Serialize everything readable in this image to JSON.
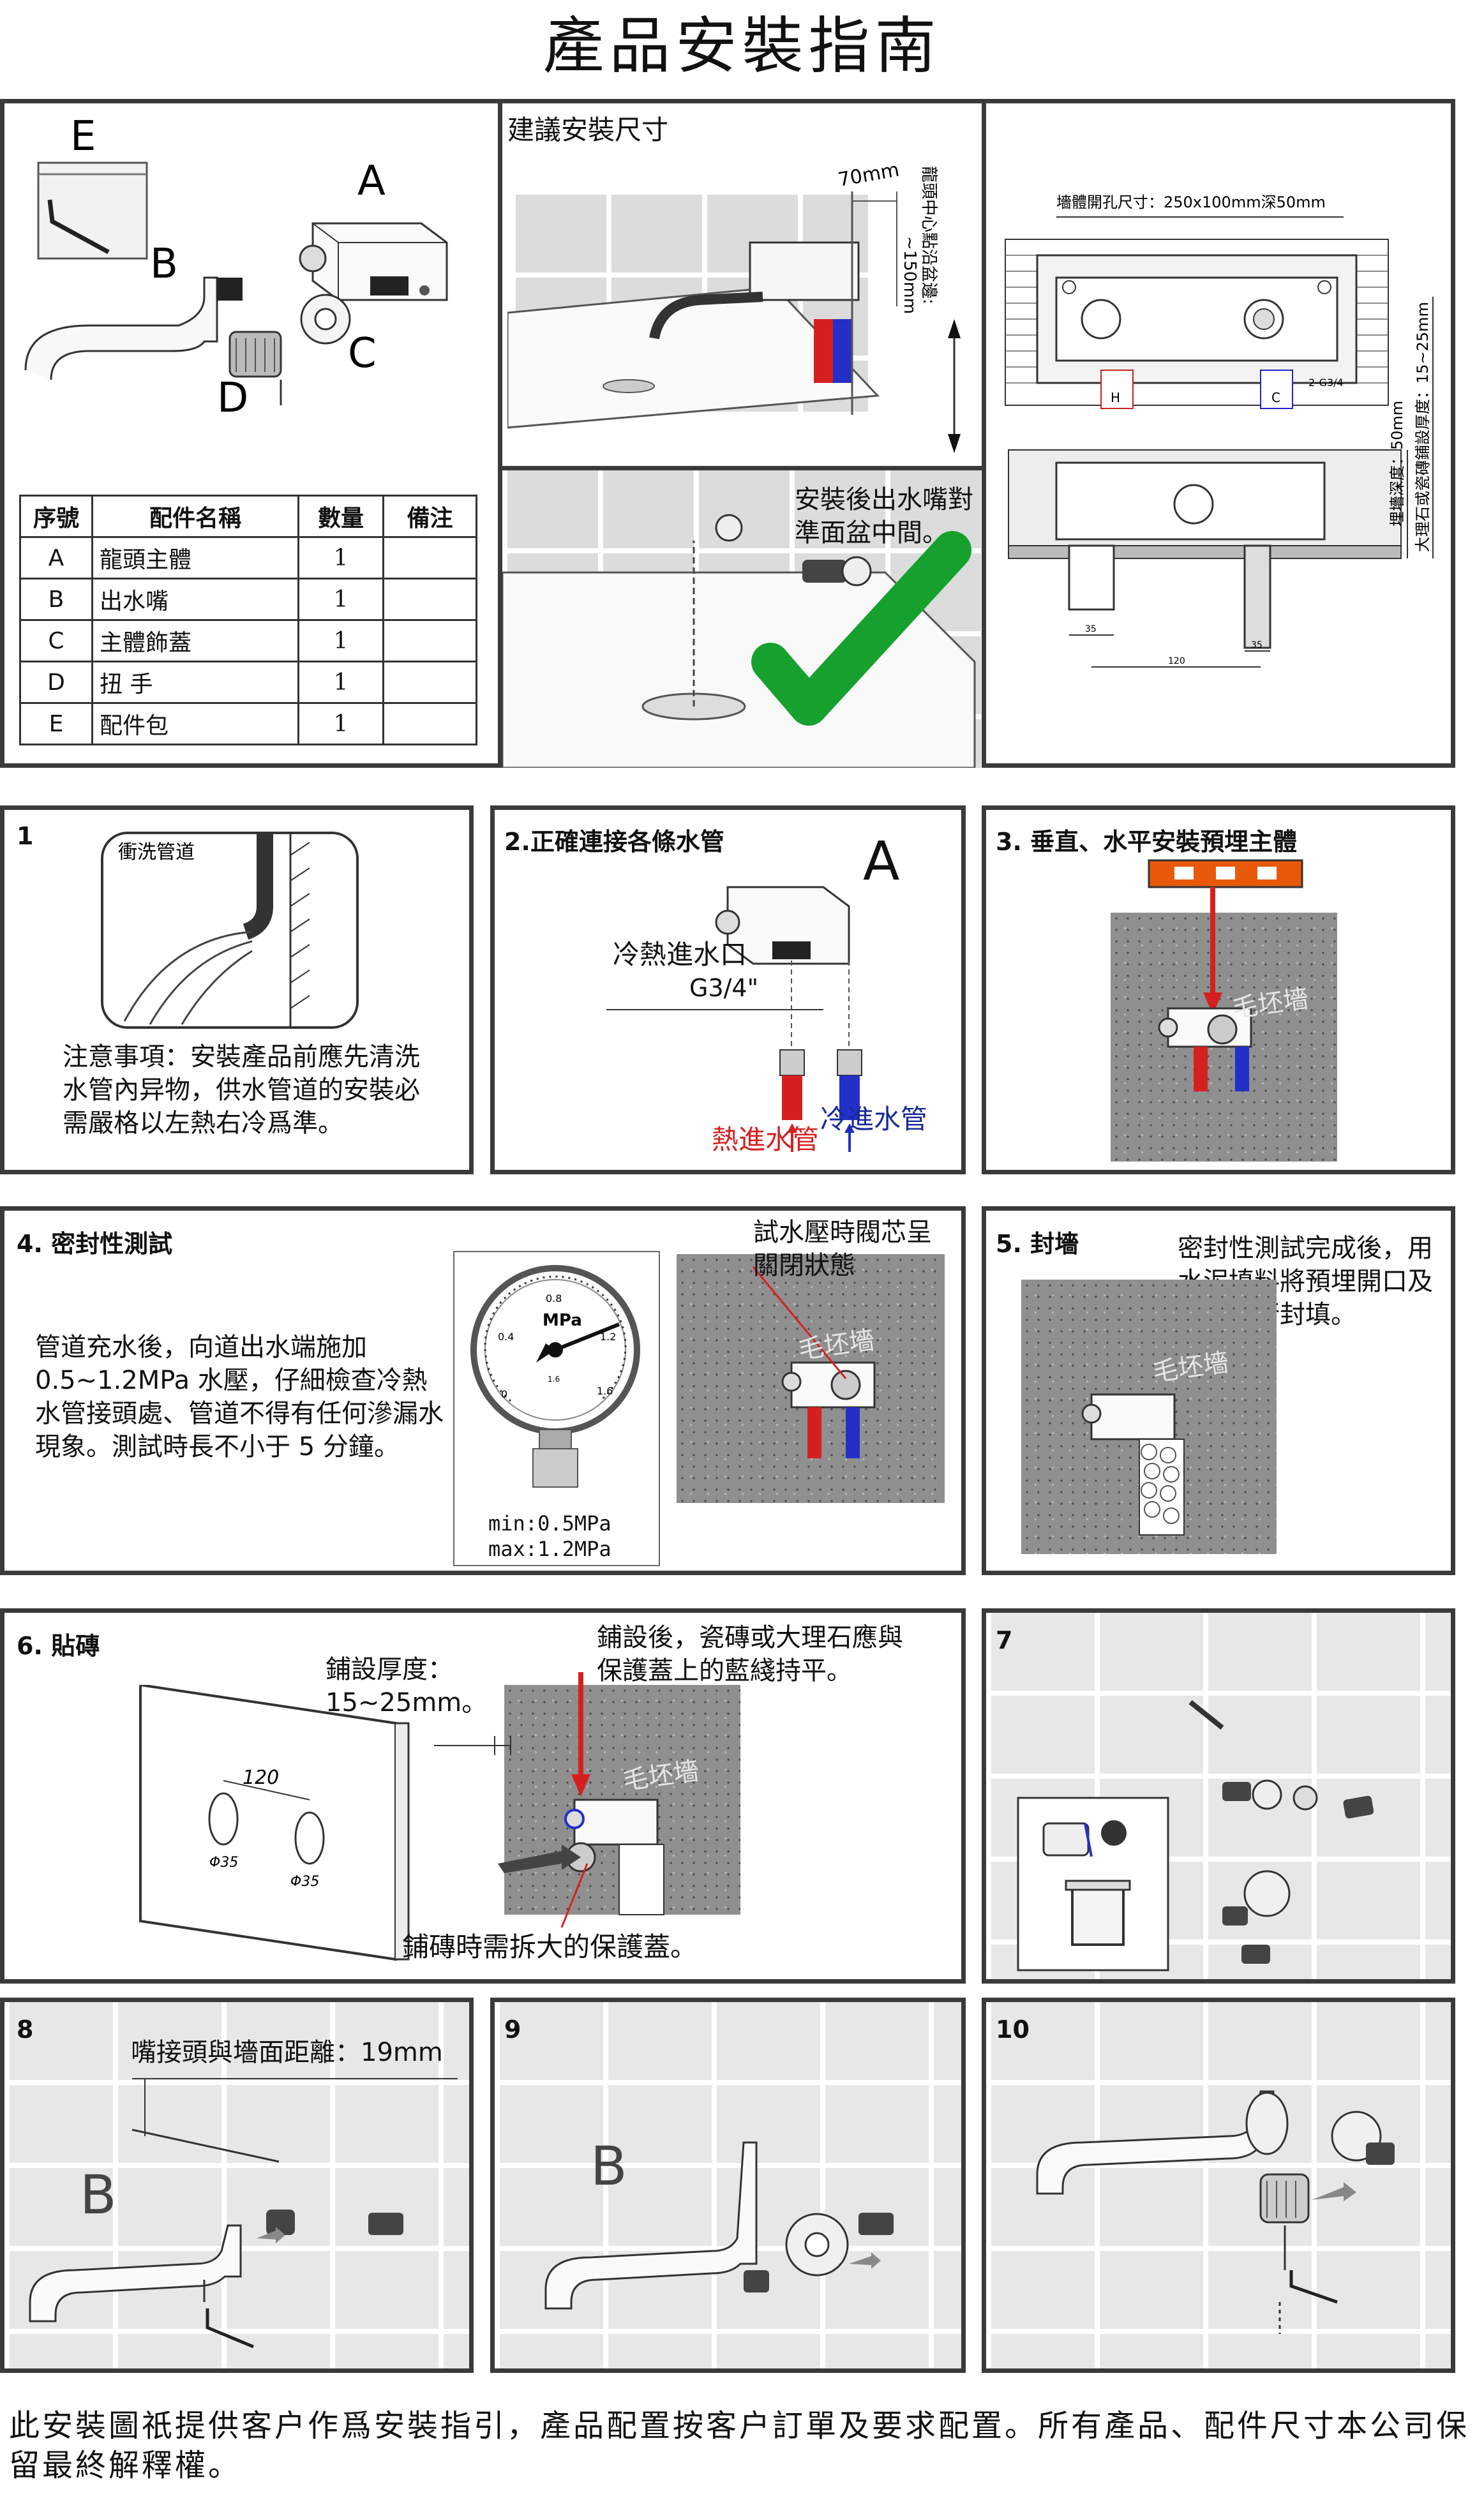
{
  "title": "產品安裝指南",
  "top": {
    "parts_labels": {
      "E": "E",
      "A": "A",
      "B": "B",
      "C": "C",
      "D": "D"
    },
    "recommended_size": "建議安裝尺寸",
    "dim_70": "70mm",
    "dim_spout": "龍頭中心點沿盆邊:",
    "dim_150": "~150mm",
    "spout_note": "安裝後出水嘴對準面盆中間。",
    "wall_opening": "墻體開孔尺寸：250x100mm深50mm",
    "depth_note": "埋墻深度：50mm",
    "marble_note": "大理石或瓷磚鋪設厚度：15~25mm",
    "h": "H",
    "c": "C",
    "g34": "2-G3/4",
    "d35a": "35",
    "d35b": "35",
    "d120": "120"
  },
  "table": {
    "headers": [
      "序號",
      "配件名稱",
      "數量",
      "備注"
    ],
    "rows": [
      {
        "no": "A",
        "name": "龍頭主體",
        "qty": "1",
        "note": ""
      },
      {
        "no": "B",
        "name": "出水嘴",
        "qty": "1",
        "note": ""
      },
      {
        "no": "C",
        "name": "主體飾蓋",
        "qty": "1",
        "note": ""
      },
      {
        "no": "D",
        "name": "扭 手",
        "qty": "1",
        "note": ""
      },
      {
        "no": "E",
        "name": "配件包",
        "qty": "1",
        "note": ""
      }
    ]
  },
  "step1": {
    "num": "1",
    "pipe": "衝洗管道",
    "note": "注意事項：安裝產品前應先清洗水管內异物，供水管道的安裝必需嚴格以左熱右冷爲準。"
  },
  "step2": {
    "num": "2.正確連接各條水管",
    "label_a": "A",
    "inlet": "冷熱進水口",
    "g34": "G3/4\"",
    "hot": "熱進水管",
    "cold": "冷進水管"
  },
  "step3": {
    "num": "3. 垂直、水平安裝預埋主體",
    "wall": "毛坯墻"
  },
  "step4": {
    "num": "4. 密封性測試",
    "desc": "管道充水後，向道出水端施加0.5~1.2MPa 水壓，仔細檢查冷熱水管接頭處、管道不得有任何滲漏水現象。測試時長不小于 5 分鐘。",
    "valve": "試水壓時閥芯呈關閉狀態",
    "wall": "毛坯墻",
    "gauge": "MPa",
    "g0": "0",
    "g04": "0.4",
    "g08": "0.8",
    "g12": "1.2",
    "g16": "1.6",
    "g_mid": "1.6",
    "min": "min:0.5MPa",
    "max": "max:1.2MPa"
  },
  "step5": {
    "num": "5. 封墻",
    "desc": "密封性測試完成後，用水泥填料將預埋開口及管道進行封填。",
    "wall": "毛坯墻"
  },
  "step6": {
    "num": "6. 貼磚",
    "thick": "鋪設厚度：15~25mm。",
    "flush": "鋪設後，瓷磚或大理石應與保護蓋上的藍綫持平。",
    "d120": "120",
    "phi1": "Φ35",
    "phi2": "Φ35",
    "wall": "毛坯墻",
    "remove": "鋪磚時需拆大的保護蓋。"
  },
  "step7": {
    "num": "7"
  },
  "step8": {
    "num": "8",
    "dist": "嘴接頭與墻面距離：19mm",
    "b": "B"
  },
  "step9": {
    "num": "9",
    "b": "B"
  },
  "step10": {
    "num": "10"
  },
  "footer": "此安裝圖祇提供客户作爲安裝指引，產品配置按客户訂單及要求配置。所有產品、配件尺寸本公司保留最終解釋權。"
}
